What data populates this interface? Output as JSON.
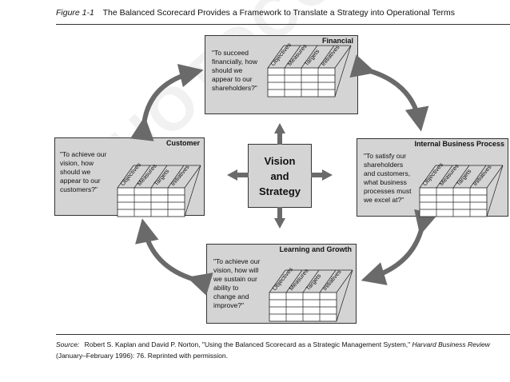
{
  "caption": {
    "figure_label": "Figure 1-1",
    "title": "The Balanced Scorecard Provides a Framework to Translate a Strategy into Operational Terms"
  },
  "center": {
    "lines": [
      "Vision",
      "and",
      "Strategy"
    ]
  },
  "column_headers": [
    "Objectives",
    "Measures",
    "Targets",
    "Initiatives"
  ],
  "panels": {
    "financial": {
      "title": "Financial",
      "question": "\"To succeed\nfinancially, how\nshould we\nappear to our\nshareholders?\""
    },
    "customer": {
      "title": "Customer",
      "question": "\"To achieve our\nvision, how\nshould we\nappear to our\ncustomers?\""
    },
    "internal": {
      "title": "Internal Business Process",
      "question": "\"To satisfy our\nshareholders\nand customers,\nwhat business\nprocesses must\nwe excel at?\""
    },
    "learning": {
      "title": "Learning and Growth",
      "question": "\"To achieve our\nvision, how will\nwe sustain our\nability to\nchange and\nimprove?\""
    }
  },
  "source": {
    "label": "Source:",
    "text_before": "Robert S. Kaplan and David P. Norton, \"Using the Balanced Scorecard as a Strategic Management System,\"",
    "journal": "Harvard Business Review",
    "text_after": "(January–February 1996): 76. Reprinted with permission."
  },
  "watermark": "PHOTOCOPY"
}
